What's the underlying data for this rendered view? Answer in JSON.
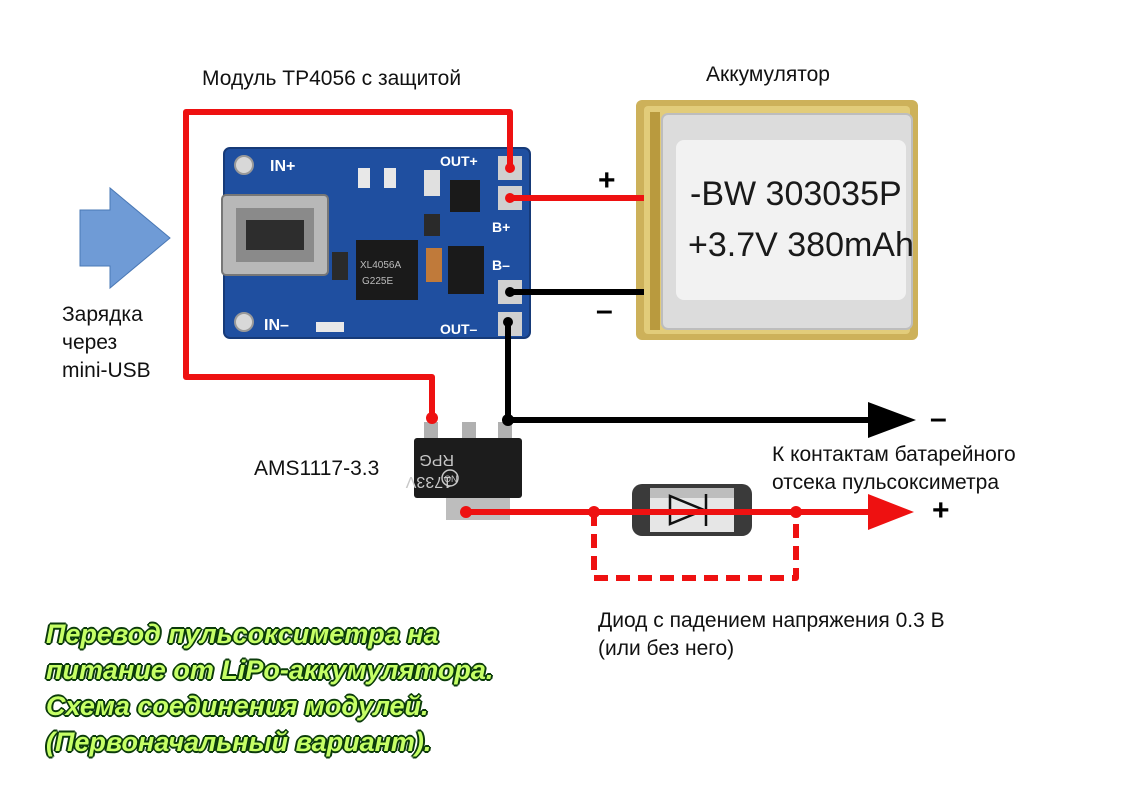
{
  "labels": {
    "module_title": "Модуль TP4056 с защитой",
    "battery_title": "Аккумулятор",
    "charging_lines": [
      "Зарядка",
      "через",
      "mini-USB"
    ],
    "regulator": "AMS1117-3.3",
    "destination_lines": [
      "К контактам батарейного",
      "отсека пульсоксиметра"
    ],
    "diode_lines": [
      "Диод с падением напряжения 0.3 В",
      "(или без него)"
    ],
    "plus": "+",
    "minus": "–"
  },
  "board": {
    "pins": [
      "IN+",
      "IN–",
      "OUT+",
      "B+",
      "B–",
      "OUT–"
    ],
    "chip1": "XL4056A",
    "chip1_sub": "G225E"
  },
  "battery": {
    "model": "-BW 303035P",
    "spec": "+3.7V 380mAh"
  },
  "regulator_chip": {
    "line1": "1733V",
    "line2": "RPG",
    "logo": "ON"
  },
  "caption_lines": [
    "Перевод пульсоксиметра на",
    "питание от LiPo-аккумулятора.",
    "Схема соединения модулей.",
    "(Первоначальный вариант)."
  ],
  "colors": {
    "wire_positive": "#ee1111",
    "wire_negative": "#000000",
    "arrow_input": "#6f9bd6",
    "board": "#1f4fa0",
    "battery_body": "#d8c06a",
    "caption_fill": "#c6ff66",
    "caption_outline": "#0b3b0b"
  }
}
